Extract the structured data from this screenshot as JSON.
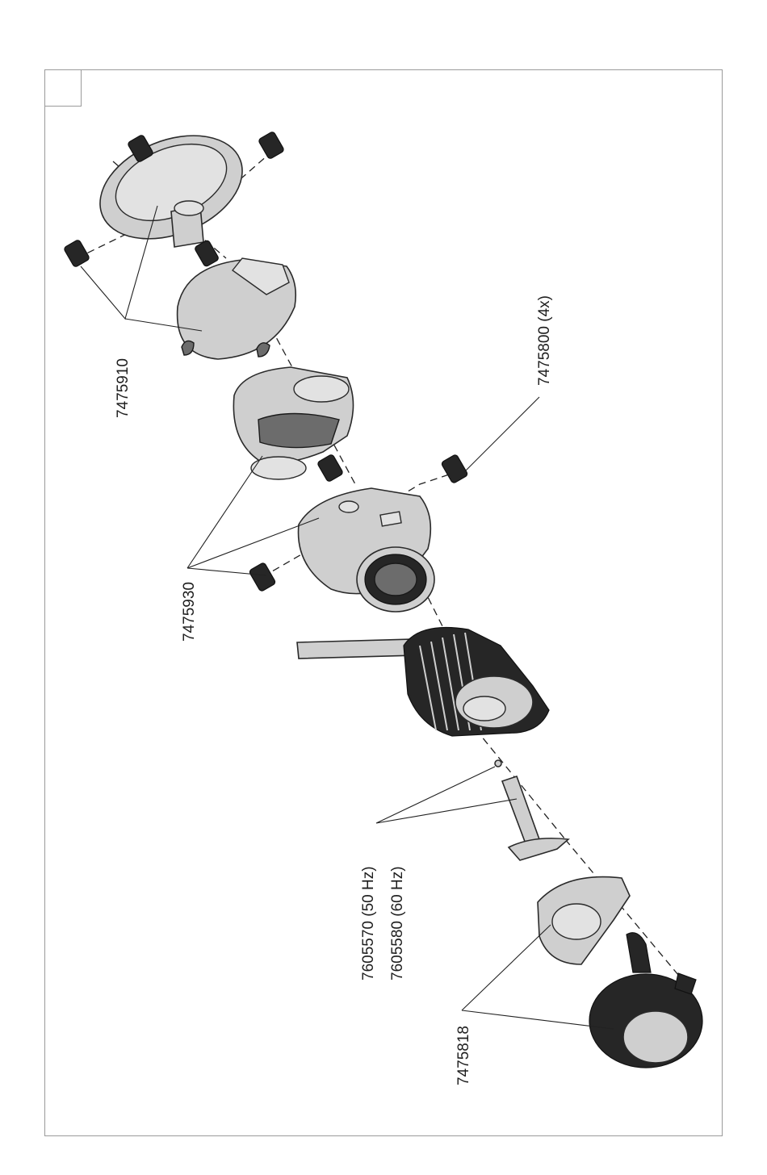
{
  "labels": {
    "part_7475910": "7475910",
    "part_7475800": "7475800 (4x)",
    "part_7475930": "7475930",
    "part_7605570": "7605570 (50 Hz)",
    "part_7605580": "7605580 (60 Hz)",
    "part_7475818": "7475818"
  },
  "colors": {
    "frame": "#9a9a9a",
    "part_fill": "#cfcfcf",
    "line": "#222222"
  }
}
